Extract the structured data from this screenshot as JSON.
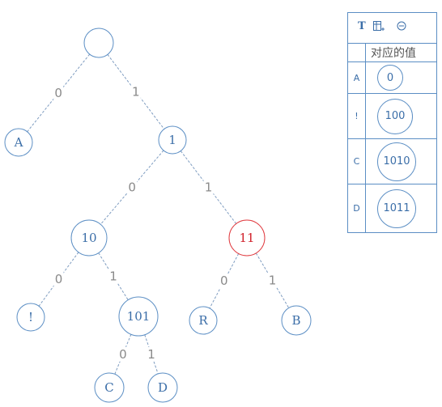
{
  "tree": {
    "nodes": [
      {
        "id": "root",
        "label": ""
      },
      {
        "id": "A",
        "label": "A"
      },
      {
        "id": "n1",
        "label": "1"
      },
      {
        "id": "n10",
        "label": "10"
      },
      {
        "id": "n11",
        "label": "11",
        "highlight": true
      },
      {
        "id": "bang",
        "label": "!"
      },
      {
        "id": "n101",
        "label": "101"
      },
      {
        "id": "R",
        "label": "R"
      },
      {
        "id": "B",
        "label": "B"
      },
      {
        "id": "C",
        "label": "C"
      },
      {
        "id": "D",
        "label": "D"
      }
    ],
    "edges": [
      {
        "from": "root",
        "to": "A",
        "label": "0"
      },
      {
        "from": "root",
        "to": "n1",
        "label": "1"
      },
      {
        "from": "n1",
        "to": "n10",
        "label": "0"
      },
      {
        "from": "n1",
        "to": "n11",
        "label": "1"
      },
      {
        "from": "n10",
        "to": "bang",
        "label": "0"
      },
      {
        "from": "n10",
        "to": "n101",
        "label": "1"
      },
      {
        "from": "n11",
        "to": "R",
        "label": "0"
      },
      {
        "from": "n11",
        "to": "B",
        "label": "1"
      },
      {
        "from": "n101",
        "to": "C",
        "label": "0"
      },
      {
        "from": "n101",
        "to": "D",
        "label": "1"
      }
    ]
  },
  "colors": {
    "node_stroke": "#5b8ec4",
    "highlight": "#e0393e",
    "edge": "#7e9cc0"
  },
  "panel": {
    "toolbar": {
      "text_icon": "T",
      "table_icon": "table-icon",
      "collapse_icon": "minus-circle-icon"
    },
    "header": "对应的值",
    "rows": [
      {
        "key": "A",
        "value": "0"
      },
      {
        "key": "!",
        "value": "100"
      },
      {
        "key": "C",
        "value": "1010"
      },
      {
        "key": "D",
        "value": "1011"
      }
    ]
  }
}
